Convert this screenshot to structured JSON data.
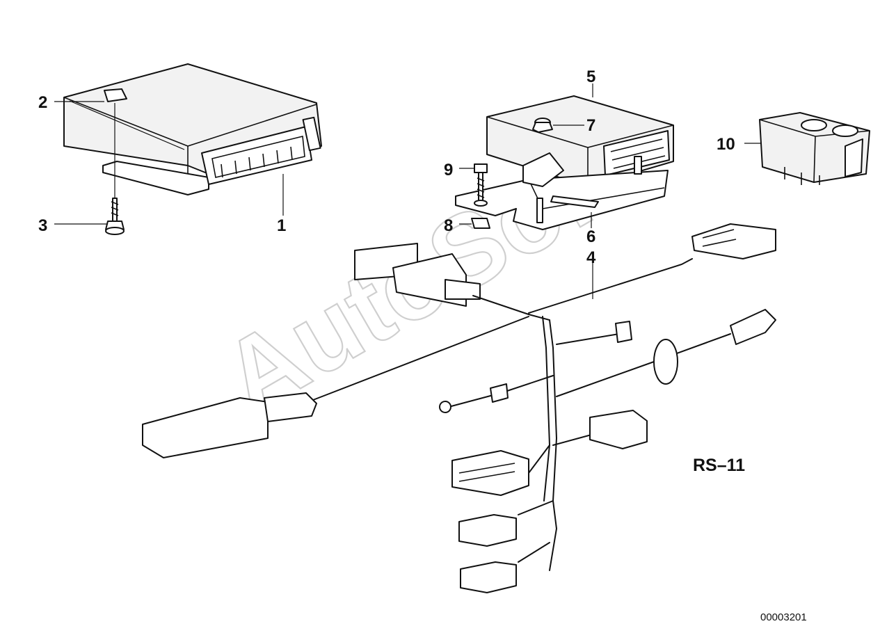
{
  "watermark": "AutoSoft",
  "section_label": "RS–11",
  "document_number": "00003201",
  "callouts": [
    {
      "id": "1",
      "label": "1"
    },
    {
      "id": "2",
      "label": "2"
    },
    {
      "id": "3",
      "label": "3"
    },
    {
      "id": "4",
      "label": "4"
    },
    {
      "id": "5",
      "label": "5"
    },
    {
      "id": "6",
      "label": "6"
    },
    {
      "id": "7",
      "label": "7"
    },
    {
      "id": "8",
      "label": "8"
    },
    {
      "id": "9",
      "label": "9"
    },
    {
      "id": "10",
      "label": "10"
    }
  ],
  "colors": {
    "ink": "#111111",
    "watermark": "#cfcfcf",
    "background": "#ffffff"
  }
}
